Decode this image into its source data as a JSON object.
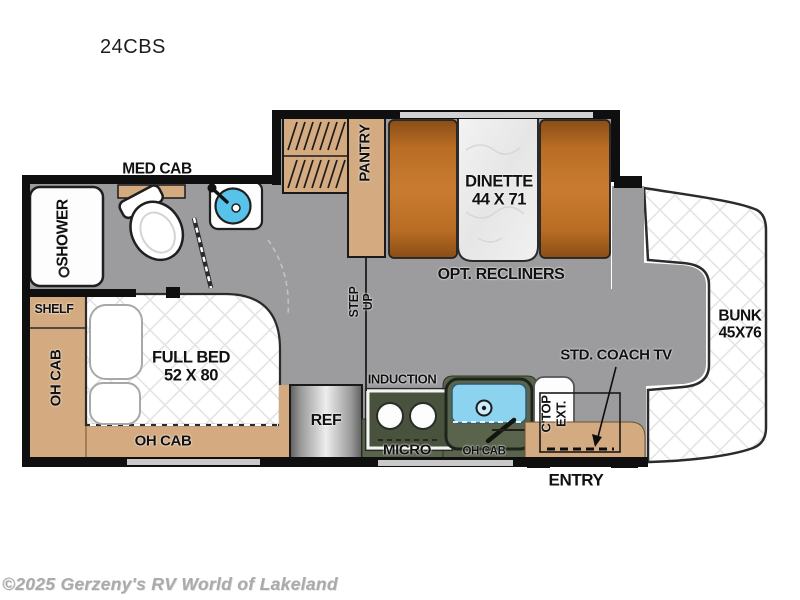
{
  "title": "24CBS",
  "watermark": "©2025 Gerzeny's RV World of Lakeland",
  "colors": {
    "wall": "#0f0f0f",
    "floor": "#9c9c9e",
    "cabinet_tan": "#d4ab81",
    "bench_orange": "#b96d24",
    "counter_olive": "#5a644c",
    "sink_blue": "#8cd3ef",
    "quilt_line": "#e4e4e4"
  },
  "rooms": {
    "bathroom": {
      "med_cab": "MED CAB",
      "shower": "SHOWER",
      "shelf": "SHELF"
    },
    "bedroom": {
      "oh_cab_side": "OH CAB",
      "bed_line1": "FULL BED",
      "bed_line2": "52 X 80",
      "oh_cab_bottom": "OH CAB"
    },
    "dinette": {
      "pantry": "PANTRY",
      "line1": "DINETTE",
      "line2": "44 X 71",
      "recliners": "OPT. RECLINERS"
    },
    "steps": {
      "line1": "STEP",
      "line2": "UP"
    },
    "galley": {
      "induction": "INDUCTION",
      "ref": "REF",
      "micro": "MICRO",
      "oh_cab": "OH CAB",
      "ctop_line1": "C'TOP",
      "ctop_line2": "EXT."
    },
    "cab": {
      "bunk_line1": "BUNK",
      "bunk_line2": "45X76",
      "tv": "STD. COACH TV",
      "entry": "ENTRY"
    }
  }
}
